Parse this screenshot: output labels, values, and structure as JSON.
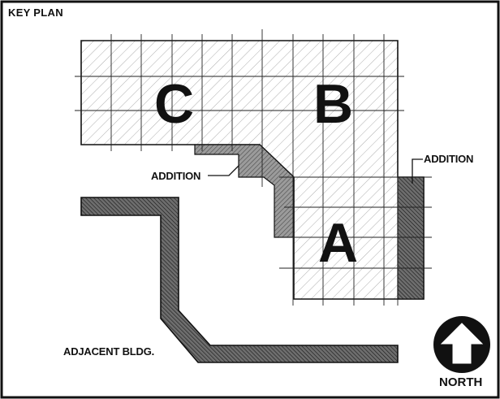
{
  "title": "KEY PLAN",
  "wings": [
    {
      "letter": "C"
    },
    {
      "letter": "B"
    },
    {
      "letter": "A"
    }
  ],
  "labels": {
    "addition_left": "ADDITION",
    "addition_right": "ADDITION",
    "adjacent": "ADJACENT BLDG.",
    "north": "NORTH"
  },
  "colors": {
    "line": "#111111",
    "grid": "#222222",
    "hatch_light": "#9a9a9a",
    "addition_fill": "#8e8e8e",
    "background": "#ffffff"
  },
  "icons": {
    "north_arrow": "north-arrow-icon"
  }
}
